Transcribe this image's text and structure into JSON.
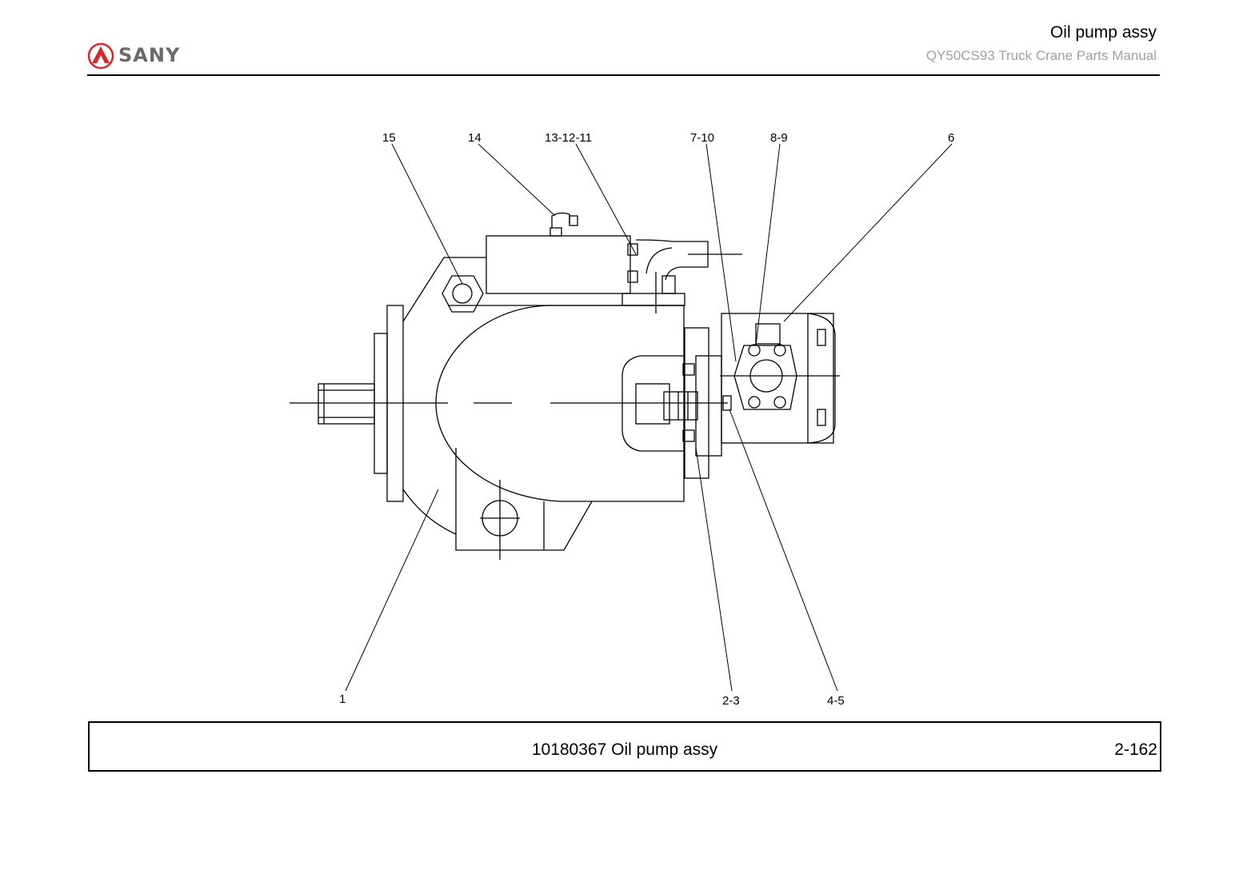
{
  "header": {
    "brand": "SANY",
    "title": "Oil pump assy",
    "subtitle": "QY50CS93 Truck Crane  Parts Manual"
  },
  "drawing": {
    "callouts": [
      "15",
      "14",
      "13-12-11",
      "7-10",
      "8-9",
      "6",
      "1",
      "2-3",
      "4-5"
    ]
  },
  "footer": {
    "caption": "10180367 Oil pump assy",
    "page": "2-162"
  },
  "colors": {
    "logo_red": "#d8262b",
    "logo_gray": "#6a6a6a",
    "subtitle_gray": "#a0a0a0"
  }
}
